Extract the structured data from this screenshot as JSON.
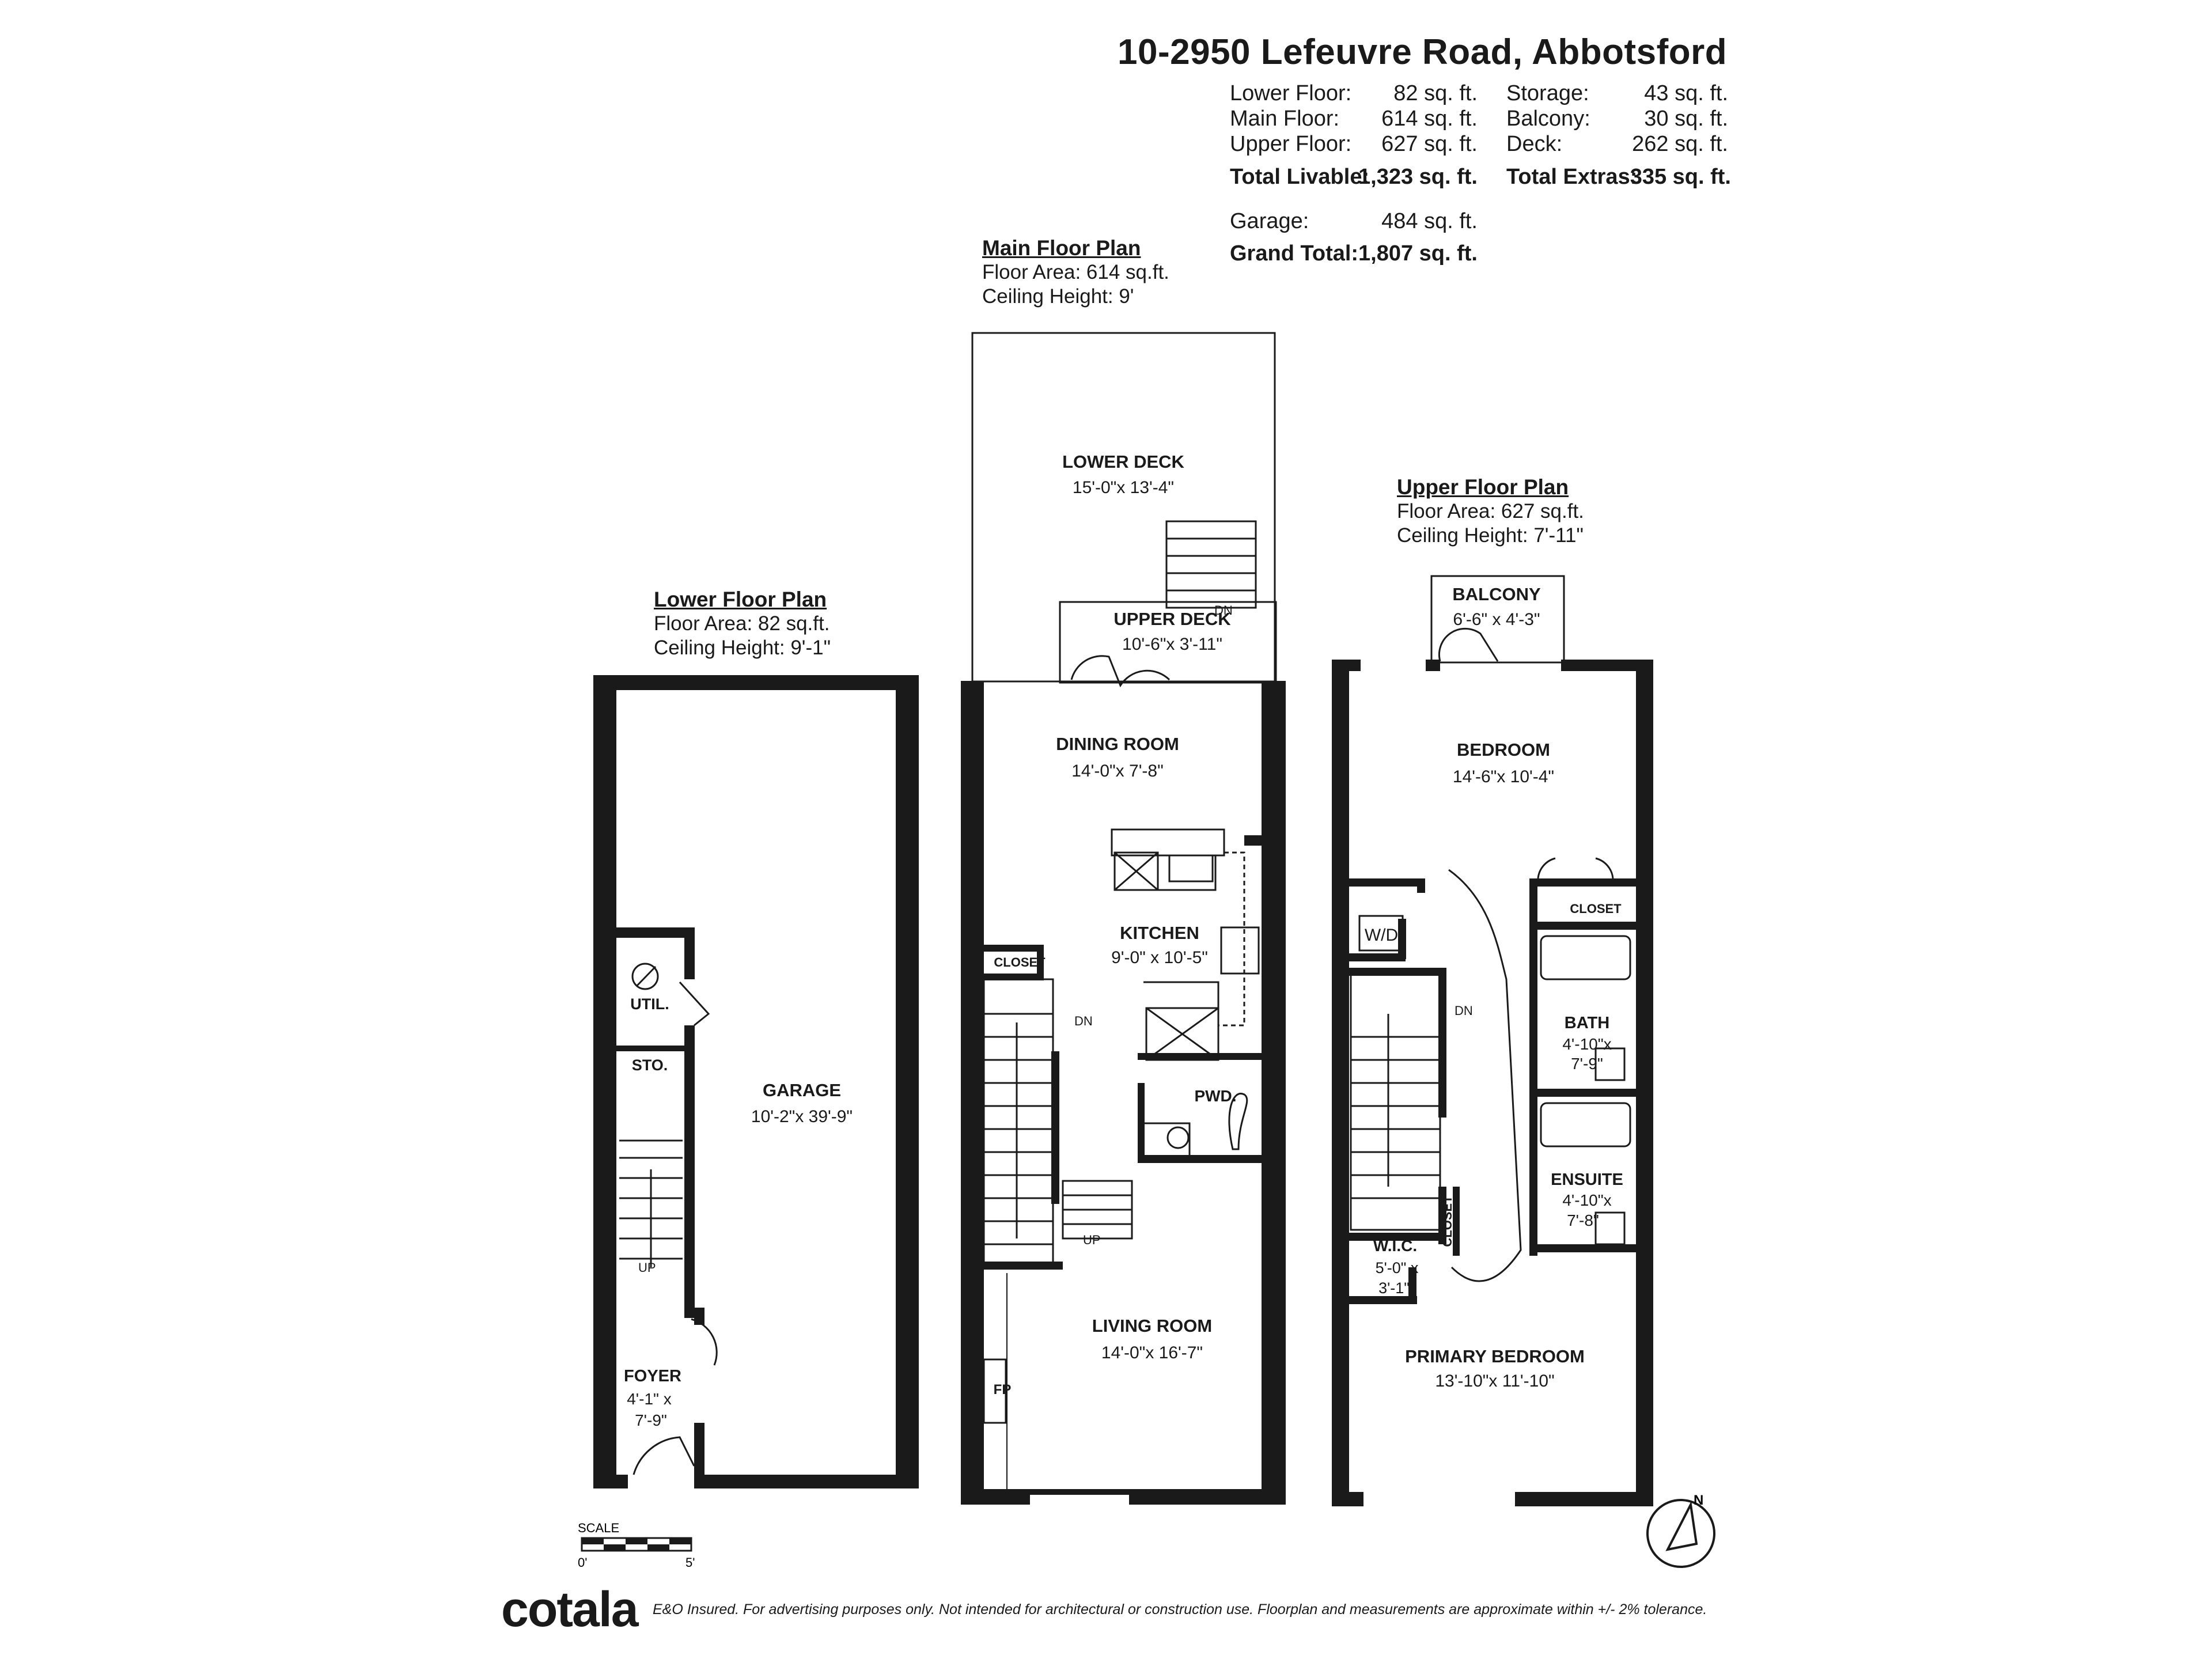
{
  "address": "10-2950 Lefeuvre Road, Abbotsford",
  "summary": {
    "left": [
      {
        "label": "Lower Floor:",
        "value": "82 sq. ft."
      },
      {
        "label": "Main Floor:",
        "value": "614 sq. ft."
      },
      {
        "label": "Upper Floor:",
        "value": "627 sq. ft."
      }
    ],
    "total_livable": {
      "label": "Total Livable:",
      "value": "1,323 sq. ft."
    },
    "right": [
      {
        "label": "Storage:",
        "value": "43 sq. ft."
      },
      {
        "label": "Balcony:",
        "value": "30 sq. ft."
      },
      {
        "label": "Deck:",
        "value": "262 sq. ft."
      }
    ],
    "total_extras": {
      "label": "Total Extras:",
      "value": "335 sq. ft."
    },
    "garage": {
      "label": "Garage:",
      "value": "484 sq. ft."
    },
    "grand_total": {
      "label": "Grand Total:",
      "value": "1,807 sq. ft."
    }
  },
  "plans": {
    "lower": {
      "title": "Lower Floor Plan",
      "area": "Floor Area: 82 sq.ft.",
      "ceiling": "Ceiling Height: 9'-1\""
    },
    "main": {
      "title": "Main Floor Plan",
      "area": "Floor Area: 614 sq.ft.",
      "ceiling": "Ceiling Height: 9'"
    },
    "upper": {
      "title": "Upper Floor Plan",
      "area": "Floor Area: 627 sq.ft.",
      "ceiling": "Ceiling Height: 7'-11\""
    }
  },
  "rooms": {
    "garage": {
      "name": "GARAGE",
      "dim": "10'-2\"x 39'-9\""
    },
    "util": {
      "name": "UTIL."
    },
    "sto": {
      "name": "STO."
    },
    "foyer": {
      "name": "FOYER",
      "dim1": "4'-1\" x",
      "dim2": "7'-9\""
    },
    "lower_deck": {
      "name": "LOWER DECK",
      "dim": "15'-0\"x 13'-4\""
    },
    "upper_deck": {
      "name": "UPPER DECK",
      "dim": "10'-6\"x 3'-11\""
    },
    "dining": {
      "name": "DINING ROOM",
      "dim": "14'-0\"x 7'-8\""
    },
    "kitchen": {
      "name": "KITCHEN",
      "dim": "9'-0\" x 10'-5\""
    },
    "closet_main": {
      "name": "CLOSET"
    },
    "pwd": {
      "name": "PWD."
    },
    "living": {
      "name": "LIVING ROOM",
      "dim": "14'-0\"x 16'-7\""
    },
    "fp": {
      "name": "FP"
    },
    "balcony": {
      "name": "BALCONY",
      "dim": "6'-6\" x 4'-3\""
    },
    "bedroom": {
      "name": "BEDROOM",
      "dim": "14'-6\"x 10'-4\""
    },
    "closet_upper": {
      "name": "CLOSET"
    },
    "wd": {
      "name": "W/D"
    },
    "bath": {
      "name": "BATH",
      "dim1": "4'-10\"x",
      "dim2": "7'-9\""
    },
    "ensuite": {
      "name": "ENSUITE",
      "dim1": "4'-10\"x",
      "dim2": "7'-8\""
    },
    "closet_hall": {
      "name": "CLOSET"
    },
    "wic": {
      "name": "W.I.C.",
      "dim1": "5'-0\" x",
      "dim2": "3'-1\""
    },
    "primary": {
      "name": "PRIMARY BEDROOM",
      "dim": "13'-10\"x 11'-10\""
    }
  },
  "stairs": {
    "up": "UP",
    "dn": "DN"
  },
  "scale": {
    "label": "SCALE",
    "min": "0'",
    "max": "5'"
  },
  "compass": {
    "north": "N"
  },
  "brand": "cotala",
  "disclaimer": "E&O Insured. For advertising purposes only. Not intended for architectural or construction use. Floorplan and measurements are approximate within +/- 2% tolerance."
}
